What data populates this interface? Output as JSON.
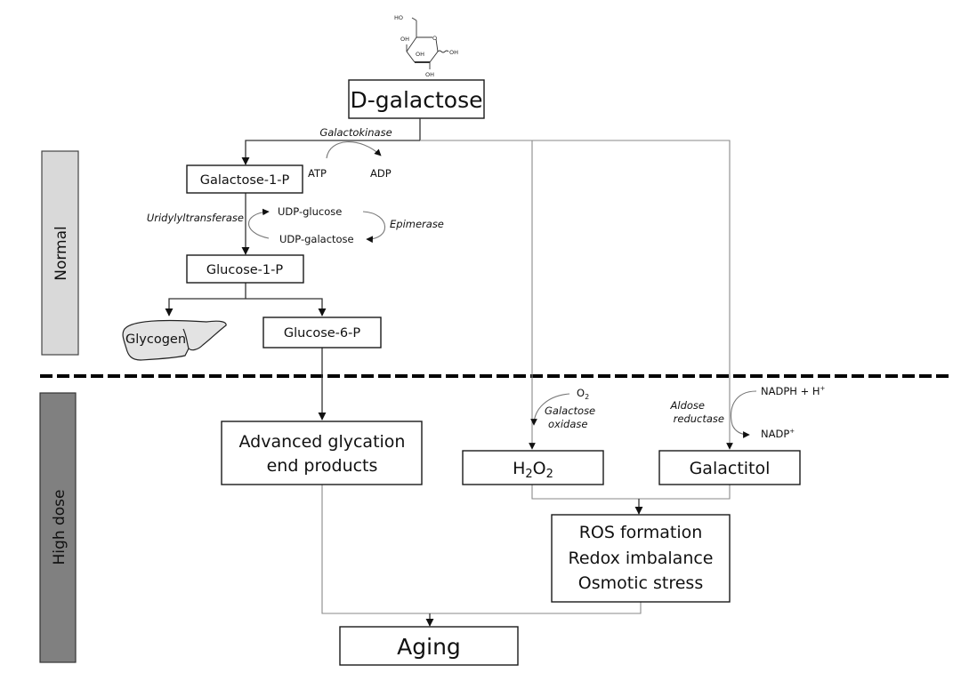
{
  "phases": {
    "normal": {
      "label": "Normal",
      "color": "#d9d9d9"
    },
    "high_dose": {
      "label": "High dose",
      "color": "#808080"
    }
  },
  "molecule": {
    "name": "D-galactose structure",
    "labels": [
      "HO",
      "OH",
      "O",
      "OH",
      "OH",
      "OH"
    ]
  },
  "nodes": {
    "d_galactose": "D-galactose",
    "galactose_1_p": "Galactose-1-P",
    "glucose_1_p": "Glucose-1-P",
    "glycogen": "Glycogen",
    "glucose_6_p": "Glucose-6-P",
    "age_line1": "Advanced glycation",
    "age_line2": "end products",
    "h2o2_main": "H",
    "h2o2_sub1": "2",
    "h2o2_mid": "O",
    "h2o2_sub2": "2",
    "galactitol": "Galactitol",
    "ros_line1": "ROS formation",
    "ros_line2": "Redox imbalance",
    "ros_line3": "Osmotic stress",
    "aging": "Aging"
  },
  "enzymes": {
    "galactokinase": "Galactokinase",
    "uridylyltransferase": "Uridylyltransferase",
    "epimerase": "Epimerase",
    "galactose_oxidase_1": "Galactose",
    "galactose_oxidase_2": "oxidase",
    "aldose_reductase_1": "Aldose",
    "aldose_reductase_2": "reductase"
  },
  "cofactors": {
    "atp": "ATP",
    "adp": "ADP",
    "udp_glucose": "UDP-glucose",
    "udp_galactose": "UDP-galactose",
    "o2_main": "O",
    "o2_sub": "2",
    "nadph": "NADPH + H",
    "nadph_sup": "+",
    "nadp": "NADP",
    "nadp_sup": "+"
  },
  "divider": {
    "style": "dashed",
    "color": "#000000"
  }
}
